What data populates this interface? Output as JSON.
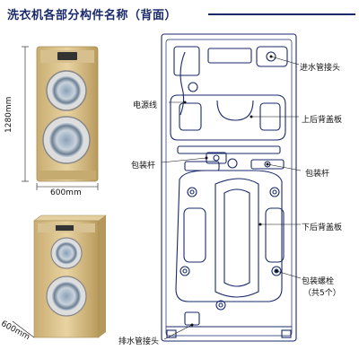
{
  "title": "洗衣机各部分构件名称（背面）",
  "labels": {
    "inlet": "进水管接头",
    "power_cord": "电源线",
    "upper_cover": "上后背盖板",
    "shipping_rod_left": "包装杆",
    "shipping_rod_right": "包装杆",
    "lower_cover": "下后背盖板",
    "shipping_bolts": "包装螺栓",
    "bolts_count": "（共5个）",
    "drain": "排水管接头"
  },
  "dimensions": {
    "height": "1280mm",
    "width": "600mm",
    "depth": "600mm"
  },
  "colors": {
    "outline": "#1a2a6c",
    "machine_gold": "#d9c08a",
    "machine_dark": "#b8995a"
  }
}
